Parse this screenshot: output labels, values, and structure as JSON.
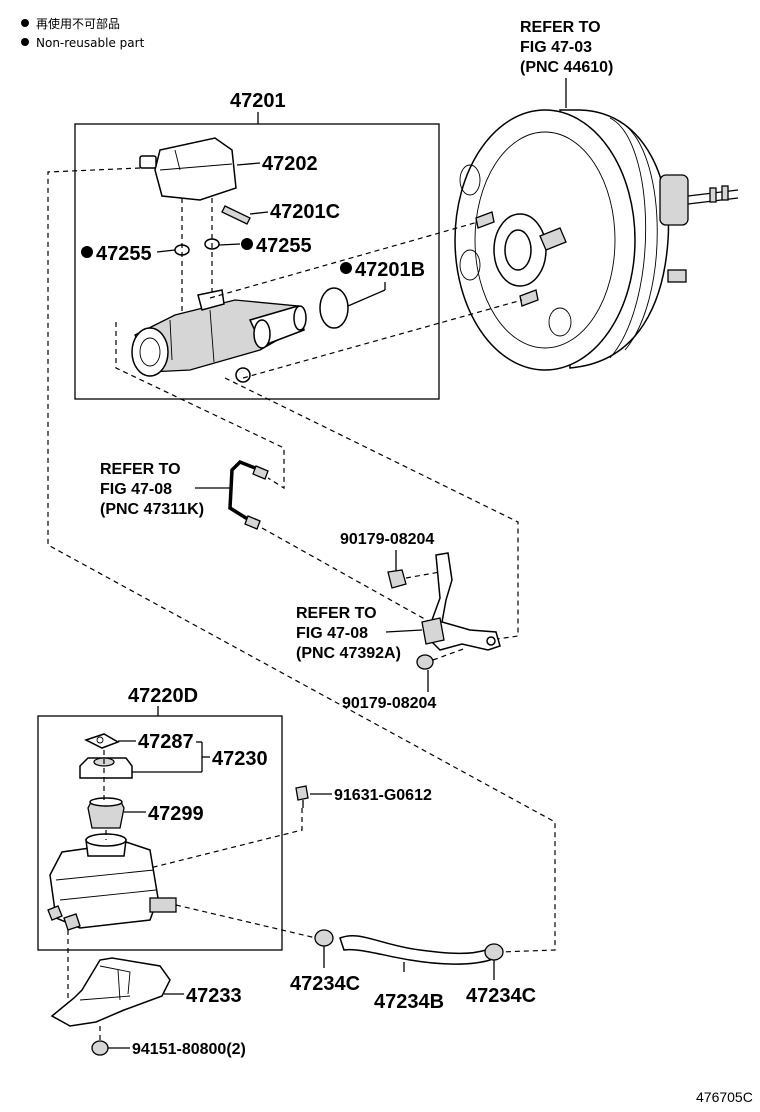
{
  "legend": {
    "symbol": "●",
    "line1": "再使用不可部品",
    "line2": "Non-reusable part"
  },
  "booster_ref": {
    "line1": "REFER TO",
    "line2": "FIG 47-03",
    "line3": "(PNC 44610)"
  },
  "pipe_ref": {
    "line1": "REFER TO",
    "line2": "FIG 47-08",
    "line3": "(PNC 47311K)"
  },
  "bracket_ref": {
    "line1": "REFER TO",
    "line2": "FIG 47-08",
    "line3": "(PNC 47392A)"
  },
  "parts": {
    "master_cylinder": "47201",
    "reservoir_tank": "47202",
    "reservoir_pin": "47201C",
    "grommet_left": "47255",
    "grommet_right": "47255",
    "o_ring": "47201B",
    "bolt_upper": "90179-08204",
    "bolt_lower": "90179-08204",
    "reservoir_sub_assy": "47220D",
    "reservoir_cap": "47287",
    "cap_assy": "47230",
    "strainer": "47299",
    "screw": "91631-G0612",
    "reservoir_bracket": "47233",
    "bracket_bolt": "94151-80800(2)",
    "hose_clip_left": "47234C",
    "hose": "47234B",
    "hose_clip_right": "47234C"
  },
  "footer_code": "476705C"
}
